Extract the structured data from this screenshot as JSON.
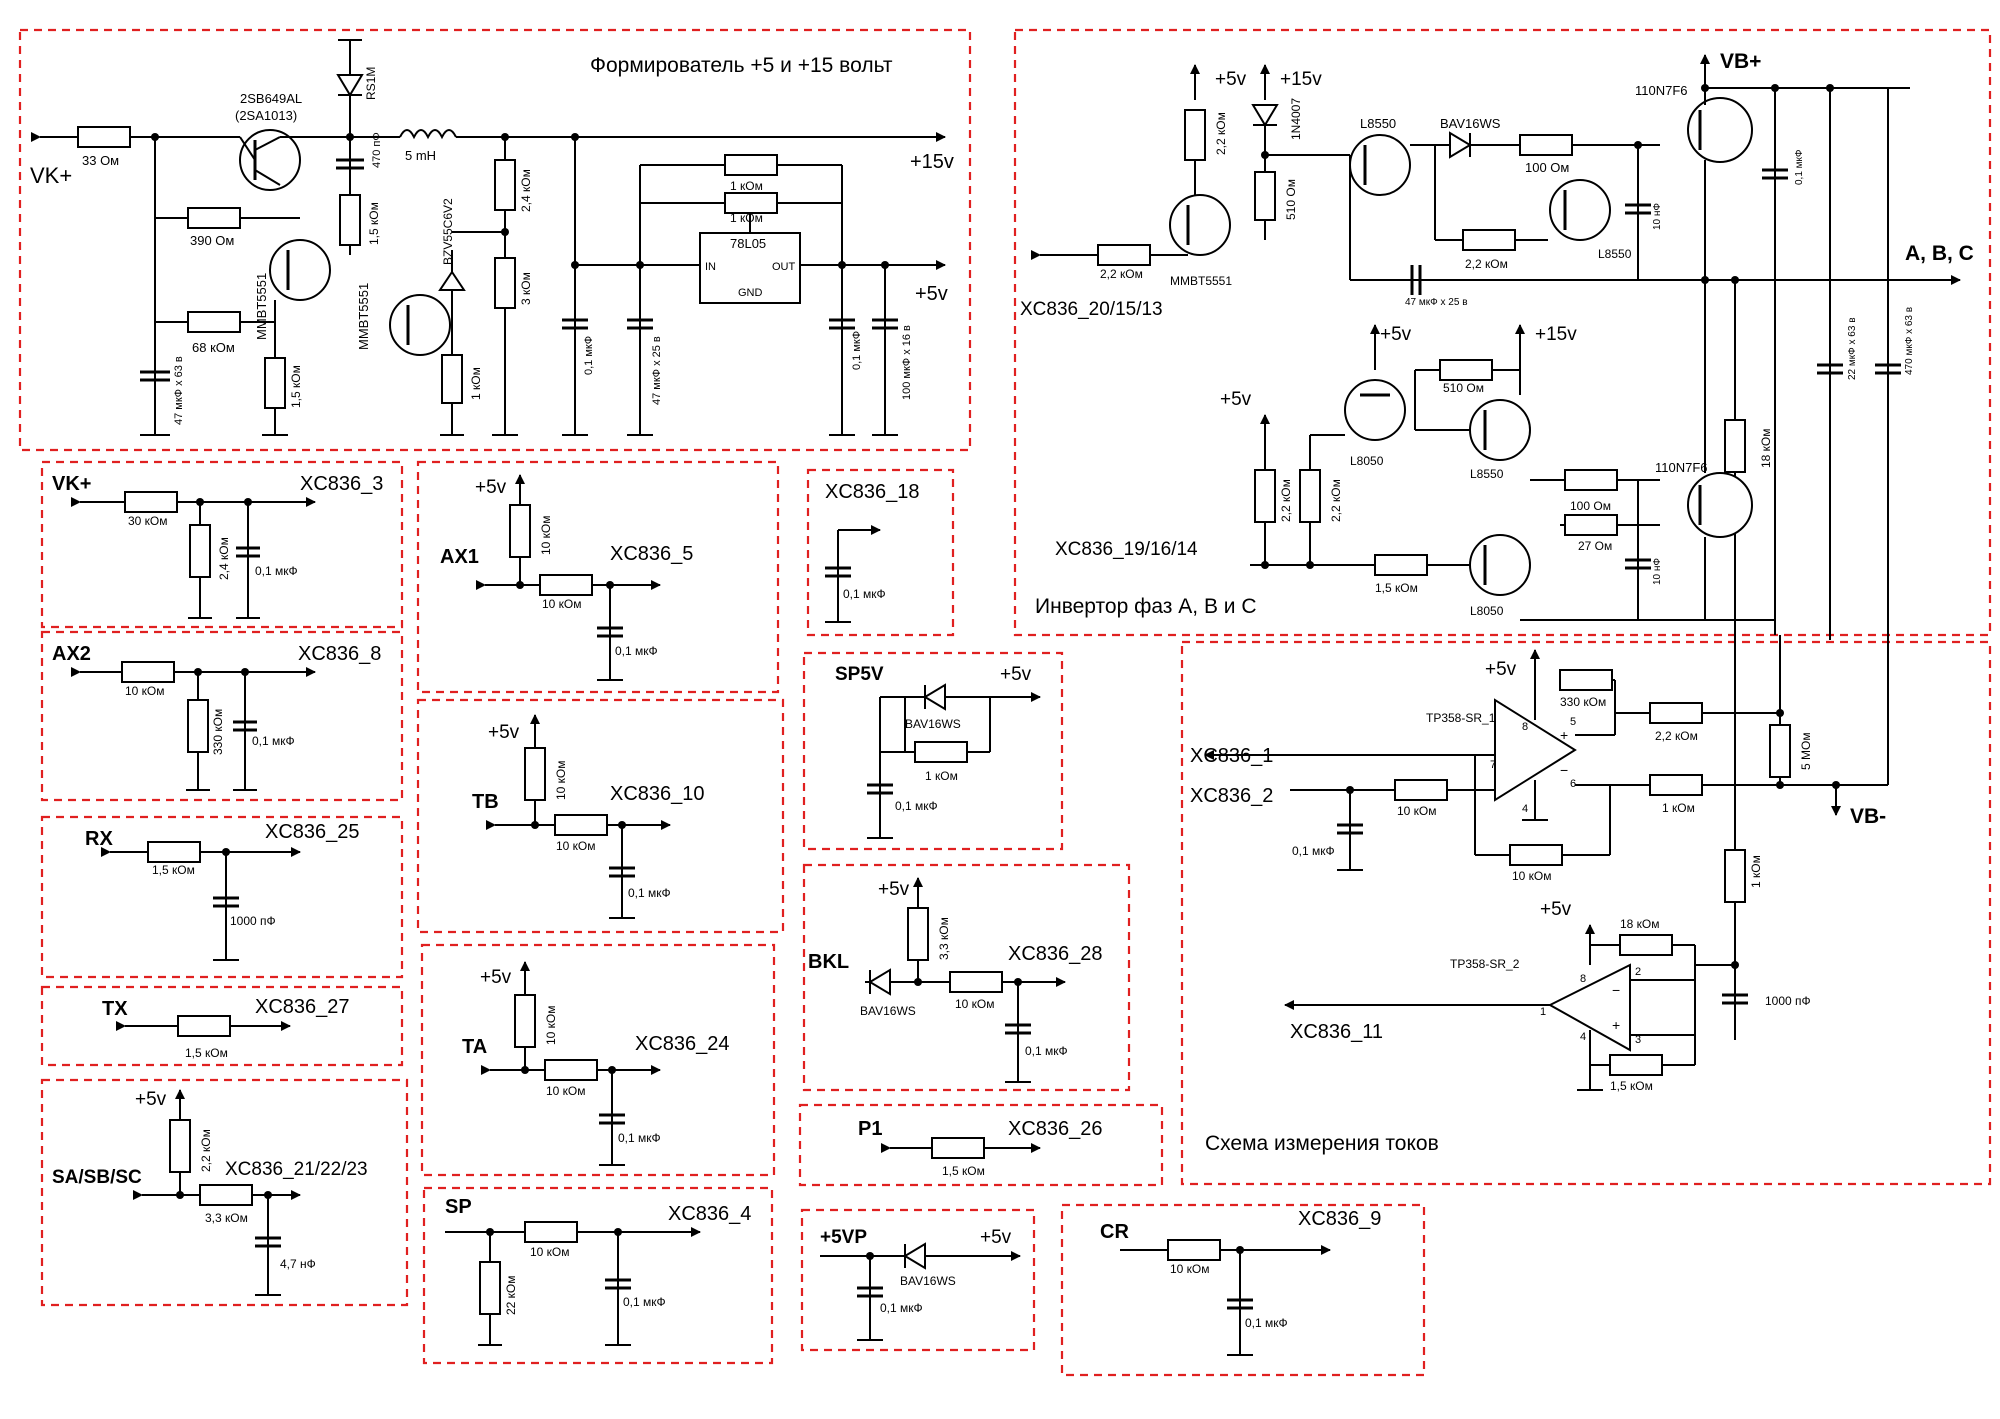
{
  "boxes": {
    "psu_title": "Формирователь +5 и +15 вольт",
    "inverter_title": "Инвертор фаз А, В и С",
    "current_title": "Схема измерения токов"
  },
  "rails": {
    "vb_plus": "VB+",
    "vb_minus": "VB-",
    "abc": "A, B, C",
    "p15": "+15v",
    "p5": "+5v",
    "vk": "VK+"
  },
  "psu": {
    "r33": "33 Ом",
    "q1a": "2SB649AL",
    "q1b": "(2SA1013)",
    "d_rs1m": "RS1M",
    "c470p": "470 пФ",
    "l5mh": "5 mH",
    "r390": "390 Ом",
    "q2": "MMBT5551",
    "r68k": "68 кОм",
    "r15k_a": "1,5 кОм",
    "r15k_b": "1,5 кОм",
    "c47u": "47 мкФ x 63 в",
    "q3": "MMBT5551",
    "dz": "BZV55C6V2",
    "r1k": "1 кОм",
    "r24k": "2,4 кОм",
    "r3k": "3 кОм",
    "c01a": "0,1 мкФ",
    "c47u25": "47 мкФ x 25 в",
    "reg": "78L05",
    "reg_in": "IN",
    "reg_out": "OUT",
    "reg_gnd": "GND",
    "r1k_top": "1 кОм",
    "r1k_bot": "1 кОм",
    "c01b": "0,1 мкФ",
    "c100u": "100 мкФ x 16 в"
  },
  "inverter": {
    "r22k_top": "2,2 кОм",
    "d1n4007": "1N4007",
    "r510_v": "510 Ом",
    "l8550_a": "L8550",
    "bav": "BAV16WS",
    "r100_a": "100 Ом",
    "mos_a": "110N7F6",
    "c01": "0,1 мкФ",
    "r22k_in": "2,2 кОм",
    "q_in": "MMBT5551",
    "r22k_mid": "2,2 кОм",
    "c47u25": "47 мкФ x 25 в",
    "l8550_b": "L8550",
    "c10n_a": "10 нФ",
    "xc_hi": "XC836_20/15/13",
    "r510_h": "510 Ом",
    "l8050_a": "L8050",
    "l8550_c": "L8550",
    "r22k_l1": "2,2 кОм",
    "r22k_l2": "2,2 кОм",
    "xc_lo": "XC836_19/16/14",
    "r15k": "1,5 кОм",
    "l8050_b": "L8050",
    "r100_b": "100 Ом",
    "r27": "27 Ом",
    "c10n_b": "10 нФ",
    "mos_b": "110N7F6",
    "r18k": "18 кОм",
    "c22u": "22 мкФ x 63 в",
    "c470u": "470 мкФ x 63 в"
  },
  "current": {
    "op1": "TP358-SR_1",
    "op2": "TP358-SR_2",
    "r330k": "330 кОм",
    "r22k": "2,2 кОм",
    "r5m": "5 МОм",
    "r1k_a": "1 кОм",
    "r10k_a": "10 кОм",
    "r10k_b": "10 кОм",
    "c01": "0,1 мкФ",
    "r1k_v": "1 кОм",
    "r18k": "18 кОм",
    "r15k": "1,5 кОм",
    "c1000": "1000 пФ",
    "xc1": "XC836_1",
    "xc2": "XC836_2",
    "xc11": "XC836_11",
    "pin8a": "8",
    "pin5": "5",
    "pin6": "6",
    "pin7": "7",
    "pin4a": "4",
    "pin8b": "8",
    "pin2": "2",
    "pin3": "3",
    "pin1": "1",
    "pin4b": "4",
    "plus": "+",
    "minus": "−"
  },
  "blocks": {
    "vk_label": "VK+",
    "vk_xc": "XC836_3",
    "vk_r1": "30 кОм",
    "vk_r2": "2,4 кОм",
    "vk_c": "0,1 мкФ",
    "ax2_label": "AX2",
    "ax2_xc": "XC836_8",
    "ax2_r1": "10 кОм",
    "ax2_r2": "330 кОм",
    "ax2_c": "0,1 мкФ",
    "rx_label": "RX",
    "rx_xc": "XC836_25",
    "rx_r": "1,5 кОм",
    "rx_c": "1000 пФ",
    "tx_label": "TX",
    "tx_xc": "XC836_27",
    "tx_r": "1,5 кОм",
    "sa_label": "SA/SB/SC",
    "sa_xc": "XC836_21/22/23",
    "sa_p5": "+5v",
    "sa_r1": "2,2 кОм",
    "sa_r2": "3,3 кОм",
    "sa_c": "4,7 нФ",
    "ax1_label": "AX1",
    "ax1_xc": "XC836_5",
    "ax1_p5": "+5v",
    "ax1_r1": "10 кОм",
    "ax1_r2": "10 кОм",
    "ax1_c": "0,1 мкФ",
    "tb_label": "TB",
    "tb_xc": "XC836_10",
    "tb_p5": "+5v",
    "tb_r1": "10 кОм",
    "tb_r2": "10 кОм",
    "tb_c": "0,1 мкФ",
    "ta_label": "TA",
    "ta_xc": "XC836_24",
    "ta_p5": "+5v",
    "ta_r1": "10 кОм",
    "ta_r2": "10 кОм",
    "ta_c": "0,1 мкФ",
    "sp_label": "SP",
    "sp_xc": "XC836_4",
    "sp_r1": "10 кОм",
    "sp_r2": "22 кОм",
    "sp_c": "0,1 мкФ",
    "x18_xc": "XC836_18",
    "x18_c": "0,1 мкФ",
    "sp5_label": "SP5V",
    "sp5_p5": "+5v",
    "sp5_d": "BAV16WS",
    "sp5_r": "1 кОм",
    "sp5_c": "0,1 мкФ",
    "bkl_label": "BKL",
    "bkl_xc": "XC836_28",
    "bkl_p5": "+5v",
    "bkl_r1": "3,3 кОм",
    "bkl_d": "BAV16WS",
    "bkl_r2": "10 кОм",
    "bkl_c": "0,1 мкФ",
    "p1_label": "P1",
    "p1_xc": "XC836_26",
    "p1_r": "1,5 кОм",
    "p5vp_label": "+5VP",
    "p5vp_p5": "+5v",
    "p5vp_d": "BAV16WS",
    "p5vp_c": "0,1 мкФ",
    "cr_label": "CR",
    "cr_xc": "XC836_9",
    "cr_r": "10 кОм",
    "cr_c": "0,1 мкФ"
  }
}
